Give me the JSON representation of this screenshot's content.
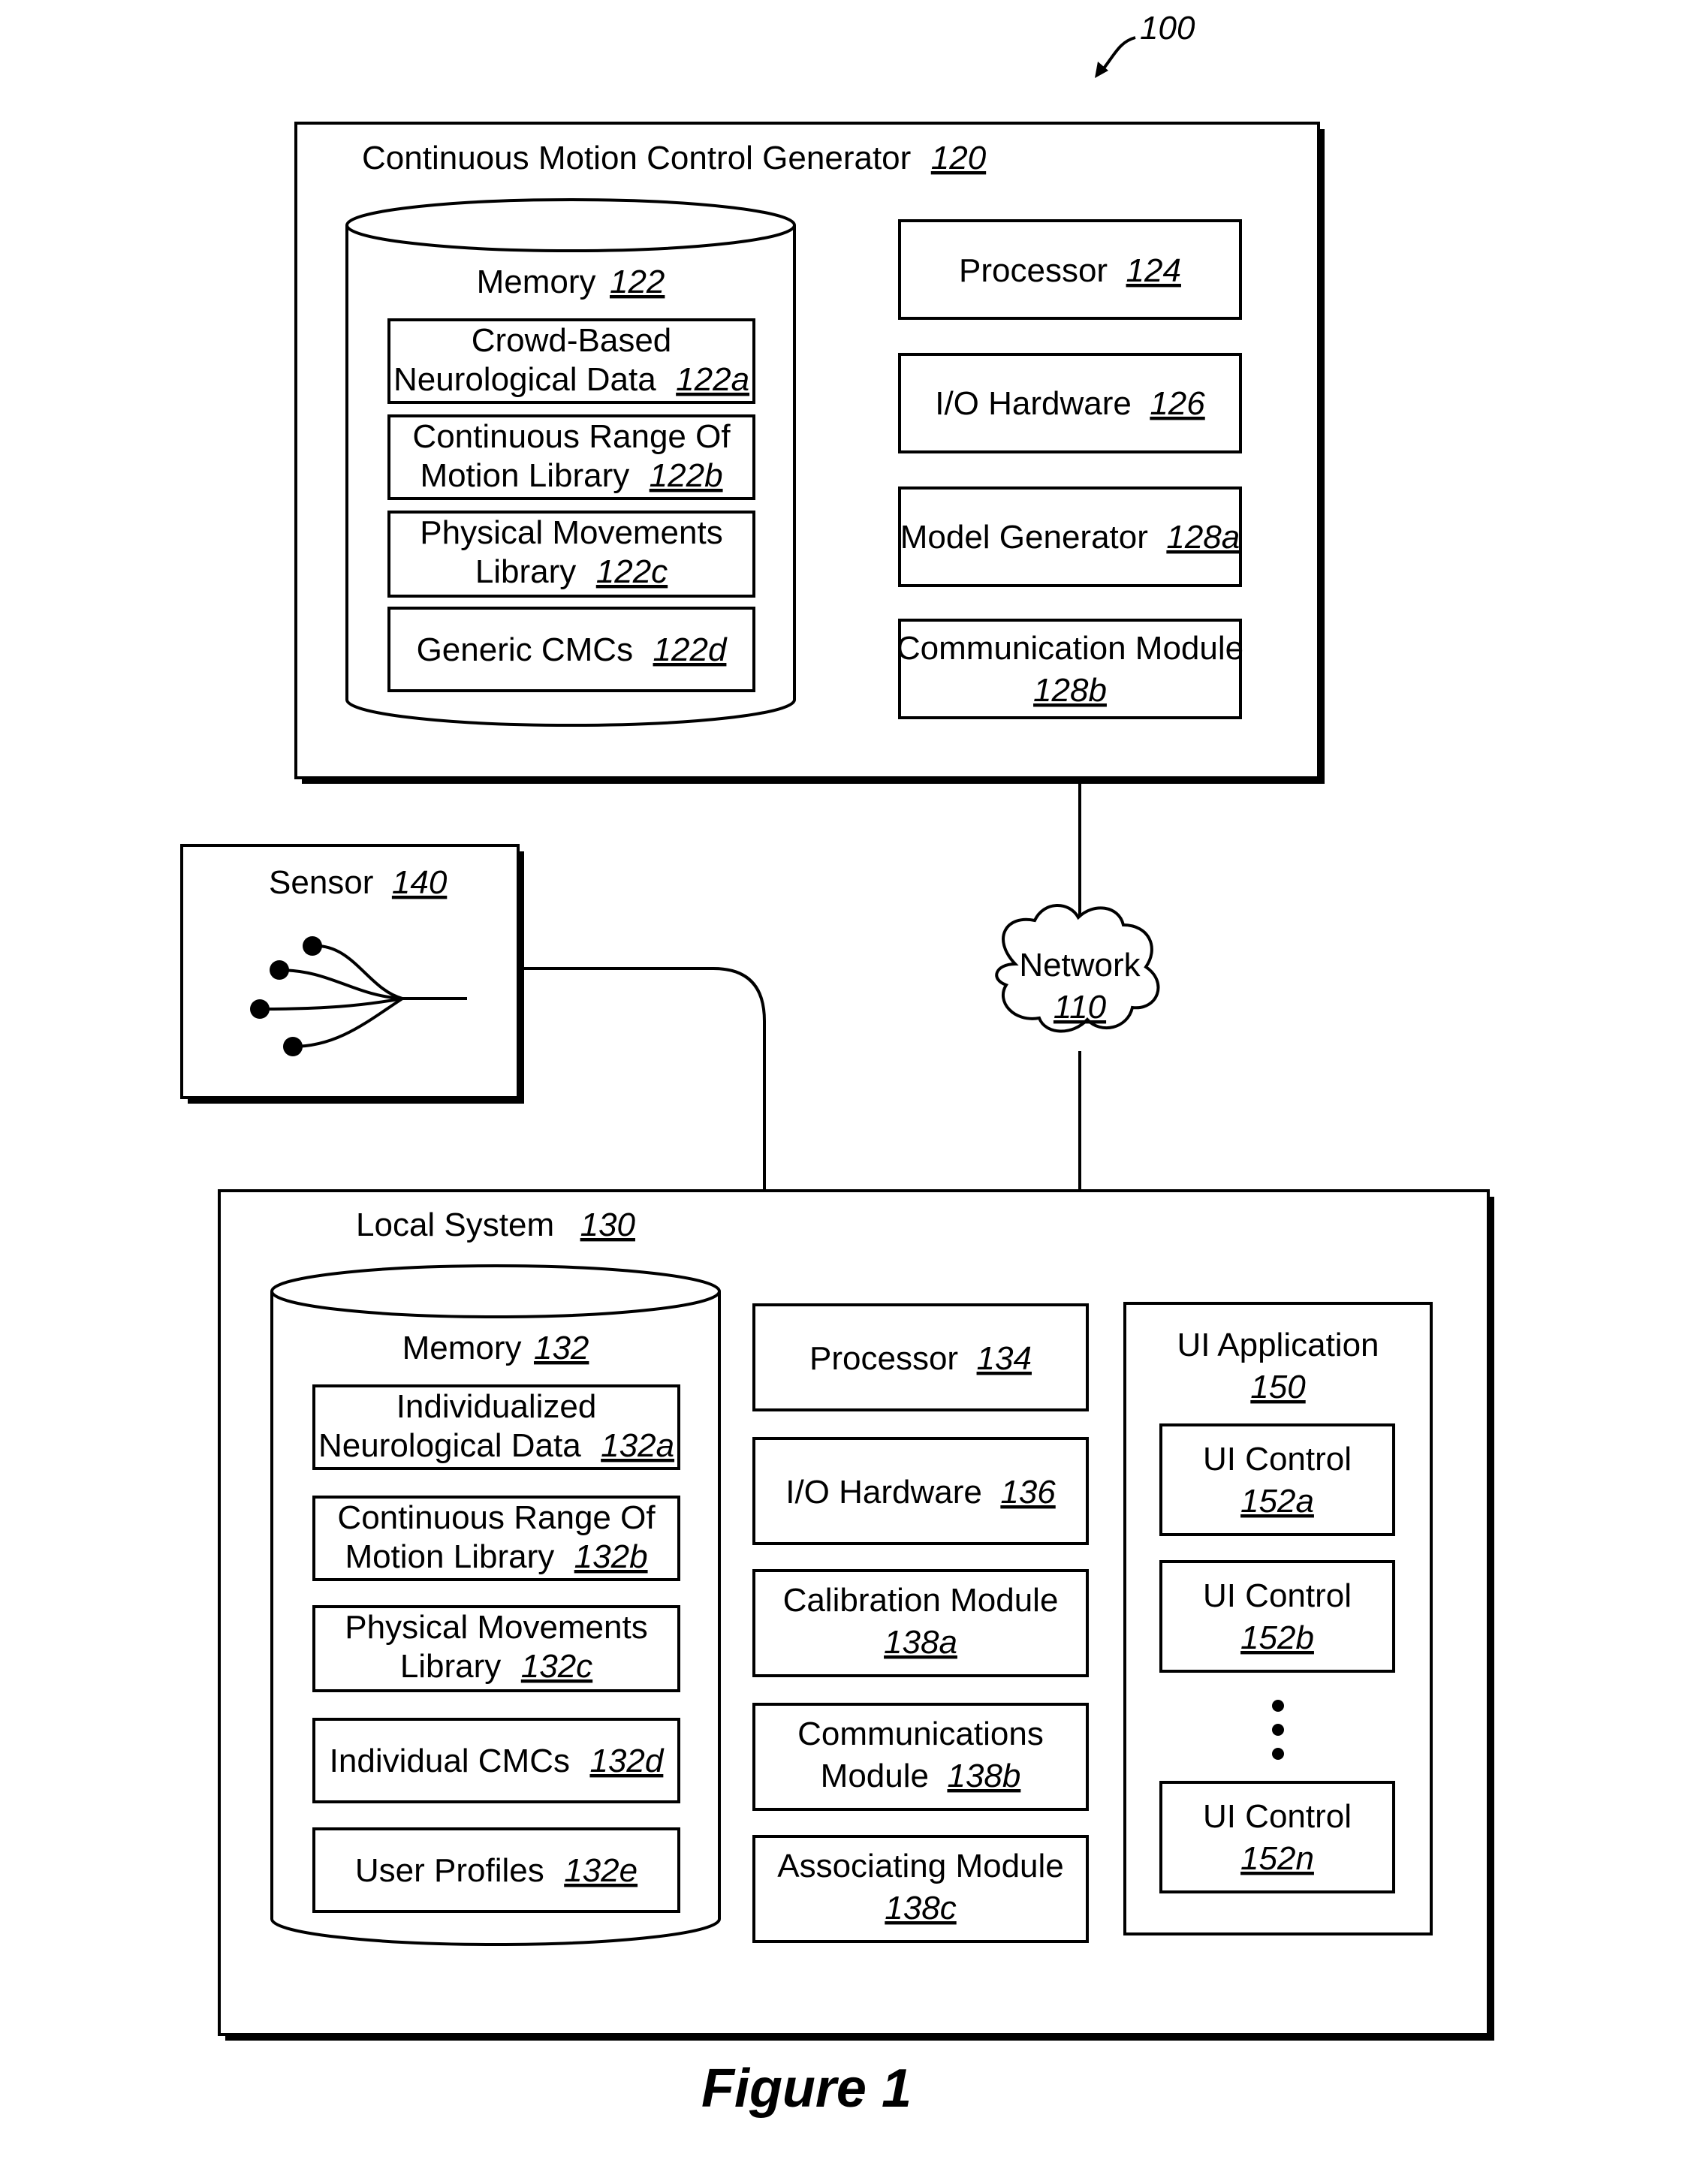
{
  "diagram_ref": "100",
  "figure_label": "Figure 1",
  "generator": {
    "title": "Continuous Motion Control Generator",
    "ref": "120",
    "memory": {
      "title": "Memory",
      "ref": "122",
      "items": [
        {
          "line1": "Crowd-Based",
          "line2": "Neurological Data",
          "ref": "122a"
        },
        {
          "line1": "Continuous Range Of",
          "line2": "Motion Library",
          "ref": "122b"
        },
        {
          "line1": "Physical Movements",
          "line2": "Library",
          "ref": "122c"
        },
        {
          "line1": "Generic CMCs",
          "ref": "122d"
        }
      ]
    },
    "modules": [
      {
        "label": "Processor",
        "ref": "124"
      },
      {
        "label": "I/O Hardware",
        "ref": "126"
      },
      {
        "label": "Model Generator",
        "ref": "128a"
      },
      {
        "label": "Communication Module",
        "ref": "128b"
      }
    ]
  },
  "sensor": {
    "label": "Sensor",
    "ref": "140"
  },
  "network": {
    "label": "Network",
    "ref": "110"
  },
  "local_system": {
    "title": "Local System",
    "ref": "130",
    "memory": {
      "title": "Memory",
      "ref": "132",
      "items": [
        {
          "line1": "Individualized",
          "line2": "Neurological Data",
          "ref": "132a"
        },
        {
          "line1": "Continuous Range Of",
          "line2": "Motion Library",
          "ref": "132b"
        },
        {
          "line1": "Physical Movements",
          "line2": "Library",
          "ref": "132c"
        },
        {
          "line1": "Individual CMCs",
          "ref": "132d"
        },
        {
          "line1": "User Profiles",
          "ref": "132e"
        }
      ]
    },
    "modules": [
      {
        "label": "Processor",
        "ref": "134"
      },
      {
        "label": "I/O Hardware",
        "ref": "136"
      },
      {
        "line1": "Calibration Module",
        "ref": "138a"
      },
      {
        "line1": "Communications",
        "line2": "Module",
        "ref": "138b"
      },
      {
        "line1": "Associating Module",
        "ref": "138c"
      }
    ],
    "ui_app": {
      "title": "UI Application",
      "ref": "150",
      "controls": [
        {
          "label": "UI Control",
          "ref": "152a"
        },
        {
          "label": "UI Control",
          "ref": "152b"
        },
        {
          "label": "UI Control",
          "ref": "152n"
        }
      ]
    }
  }
}
